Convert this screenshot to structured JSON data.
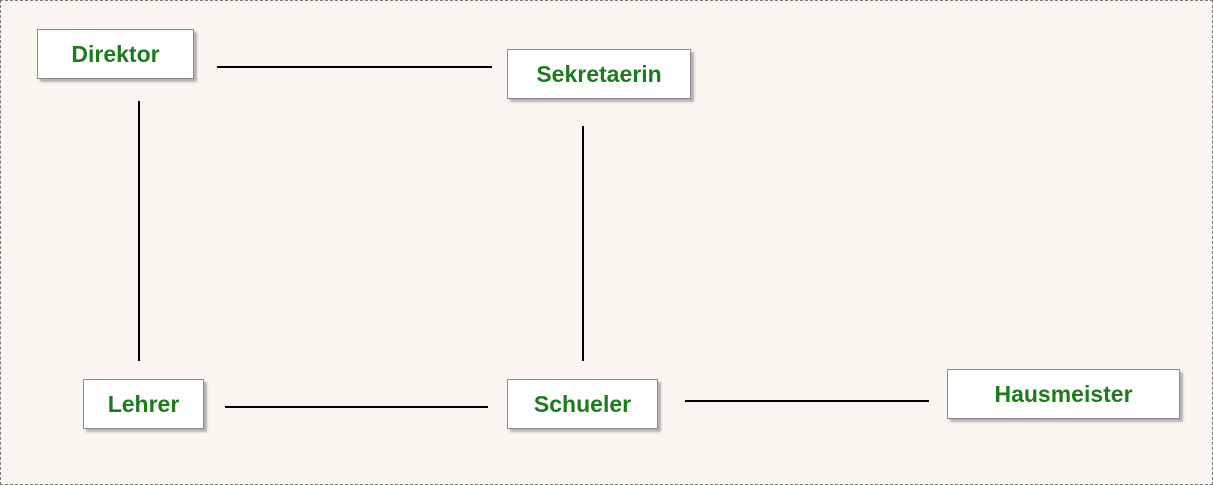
{
  "nodes": {
    "direktor": "Direktor",
    "sekretaerin": "Sekretaerin",
    "lehrer": "Lehrer",
    "schueler": "Schueler",
    "hausmeister": "Hausmeister"
  },
  "edges": [
    {
      "from": "direktor",
      "to": "sekretaerin"
    },
    {
      "from": "direktor",
      "to": "lehrer"
    },
    {
      "from": "sekretaerin",
      "to": "schueler"
    },
    {
      "from": "lehrer",
      "to": "schueler"
    },
    {
      "from": "schueler",
      "to": "hausmeister"
    }
  ],
  "colors": {
    "node_text": "#1f7a1f",
    "background": "#f9f7f0",
    "edge": "#000000"
  }
}
